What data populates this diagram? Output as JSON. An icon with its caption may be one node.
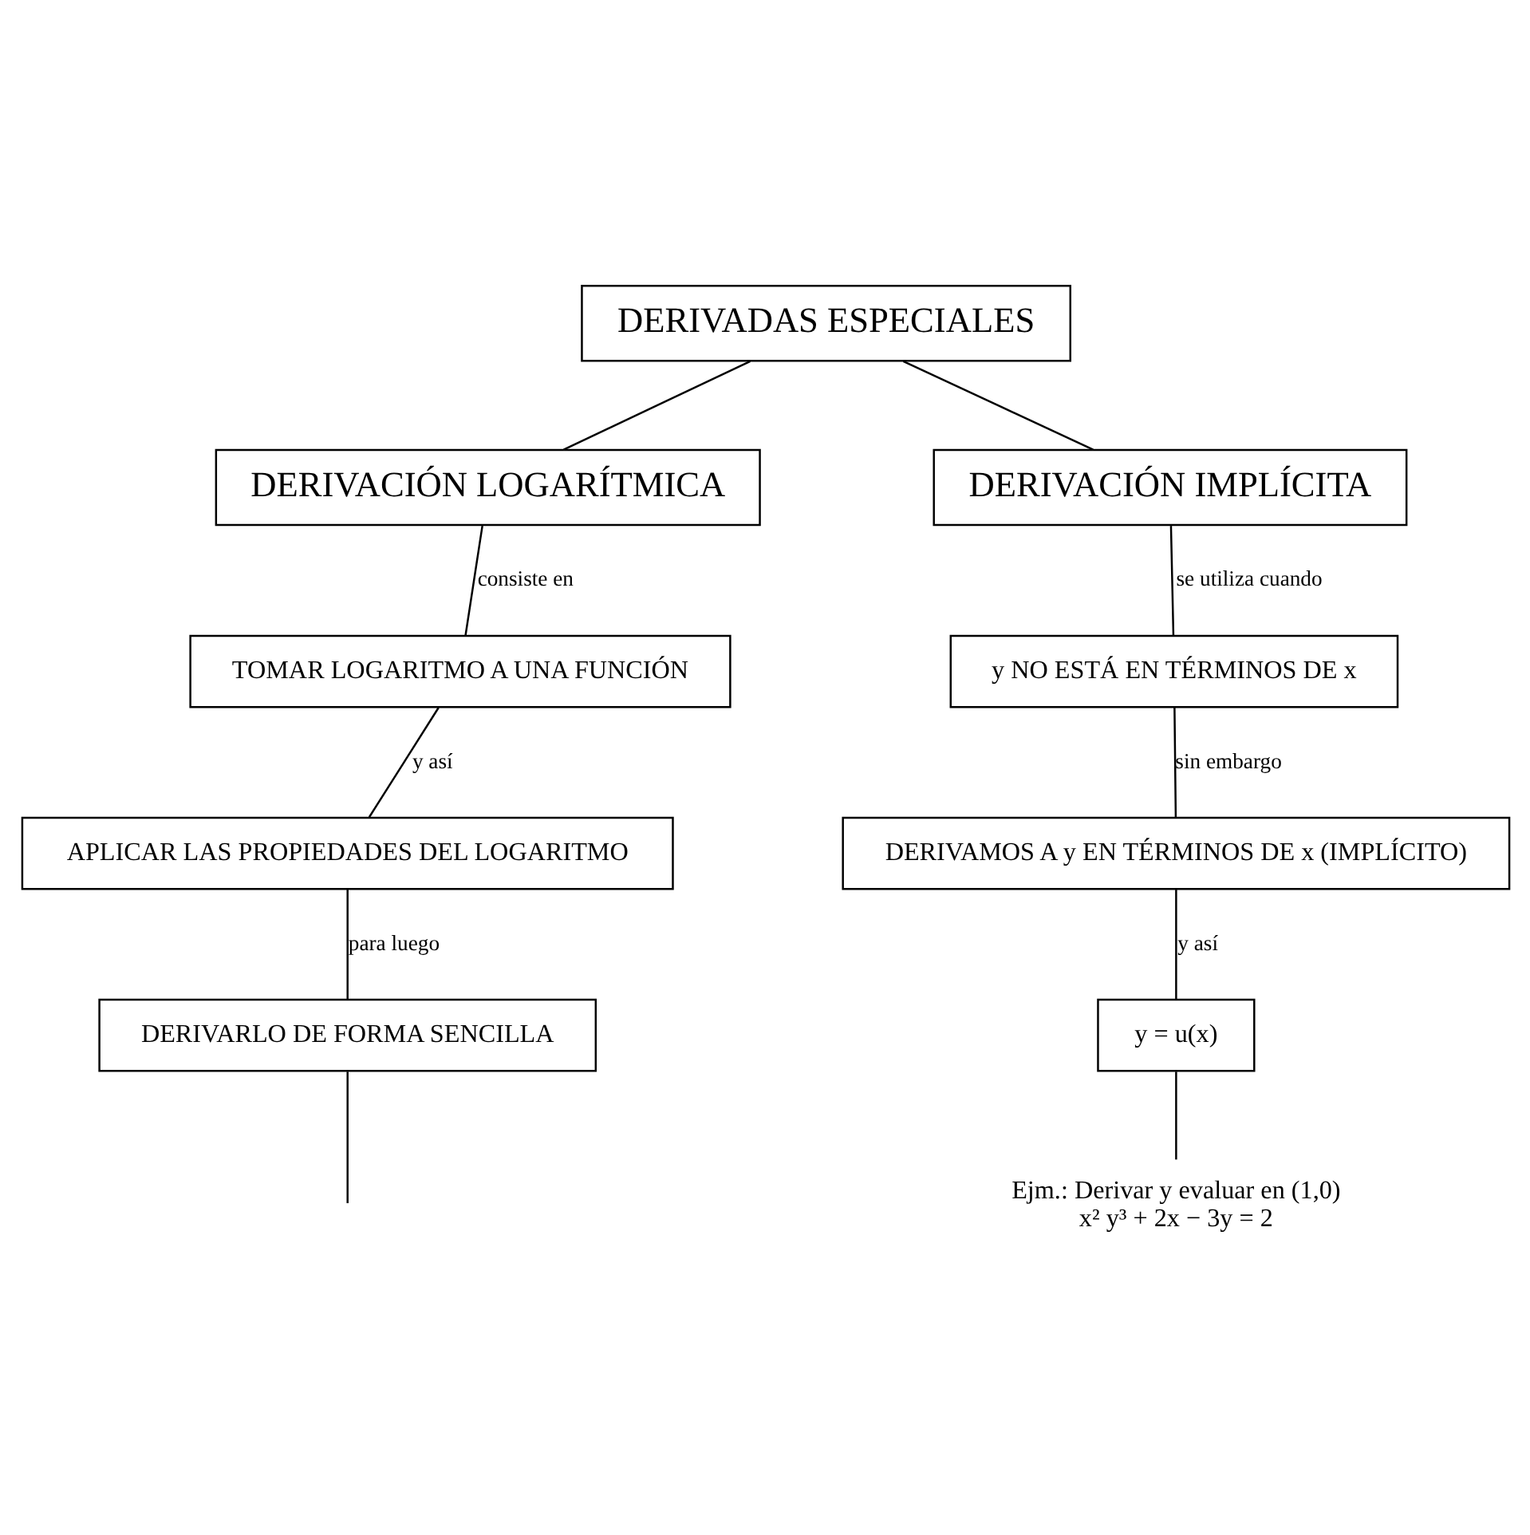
{
  "diagram": {
    "nodes": [
      {
        "text": [
          "DERIVADAS ESPECIALES"
        ]
      },
      {
        "text": [
          "DERIVACIÓN LOGARÍTMICA"
        ]
      },
      {
        "text": [
          "DERIVACIÓN IMPLÍCITA"
        ]
      },
      {
        "text": [
          "TOMAR LOGARITMO A UNA FUNCIÓN"
        ]
      },
      {
        "text": [
          "APLICAR LAS PROPIEDADES DEL LOGARITMO"
        ]
      },
      {
        "text": [
          "DERIVARLO DE FORMA SENCILLA"
        ]
      },
      {
        "text": [
          "y NO ESTÁ EN TÉRMINOS DE x"
        ]
      },
      {
        "text": [
          "DERIVAMOS A y EN TÉRMINOS DE x (IMPLÍCITO)"
        ]
      },
      {
        "text": [
          "y = u(x)"
        ]
      },
      {
        "text": [
          "Ejm.: Derivar y evaluar en (1,0)",
          "x² y³ + 2x − 3y = 2"
        ]
      }
    ],
    "edges": [
      {
        "from": 0,
        "to": 1,
        "arrow": "none"
      },
      {
        "from": 0,
        "to": 2,
        "arrow": "none"
      },
      {
        "from": 1,
        "to": 3,
        "label": "consiste en",
        "arrow": "none"
      },
      {
        "from": 3,
        "to": 4,
        "label": "y así",
        "arrow": "none"
      },
      {
        "from": 4,
        "to": 5,
        "label": "para luego",
        "arrow": "none"
      },
      {
        "from": 5,
        "to": null,
        "arrow": "none"
      },
      {
        "from": 2,
        "to": 6,
        "label": "se utiliza cuando",
        "arrow": "none"
      },
      {
        "from": 6,
        "to": 7,
        "label": "sin embargo",
        "arrow": "none"
      },
      {
        "from": 7,
        "to": 8,
        "label": "y así",
        "arrow": "none"
      },
      {
        "from": 8,
        "to": 9,
        "arrow": "none"
      }
    ]
  }
}
